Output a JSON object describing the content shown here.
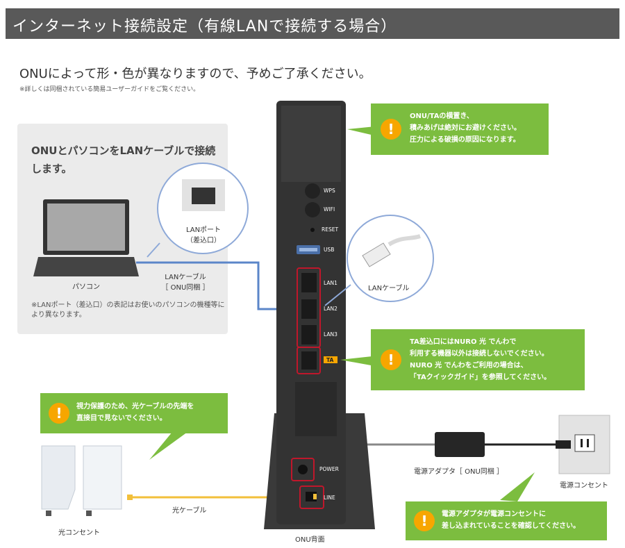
{
  "header": {
    "title": "インターネット接続設定（有線LANで接続する場合）"
  },
  "intro": {
    "subtitle": "ONUによって形・色が異なりますので、予めご了承ください。",
    "note": "※詳しくは同梱されている簡易ユーザーガイドをご覧ください。"
  },
  "connect_panel": {
    "title": "ONUとパソコンをLANケーブルで接続します。",
    "lan_port_label_1": "LANポート",
    "lan_port_label_2": "（差込口）",
    "pc_label": "パソコン",
    "cable_label_1": "LANケーブル",
    "cable_label_2": "［ ONU同梱 ］",
    "note": "※LANポート（差込口）の表記はお使いのパソコンの機種等により異なります。"
  },
  "onu": {
    "ports": {
      "wps": "WPS",
      "wifi": "WIFI",
      "reset": "RESET",
      "usb": "USB",
      "lan1": "LAN1",
      "lan2": "LAN2",
      "lan3": "LAN3",
      "ta": "TA",
      "power": "POWER",
      "line": "LINE"
    },
    "caption": "ONU背面"
  },
  "lan_cable_label": "LANケーブル",
  "warnings": {
    "top": [
      "ONU/TAの横置き、",
      "積みあげは絶対にお避けください。",
      "圧力による破損の原因になります。"
    ],
    "ta": [
      "TA差込口にはNURO 光 でんわで",
      "利用する機器以外は接続しないでください。",
      "NURO 光 でんわをご利用の場合は、",
      "「TAクイックガイド」を参照してください。"
    ],
    "fiber": [
      "視力保護のため、光ケーブルの先端を",
      "直接目で見ないでください。"
    ],
    "power": [
      "電源アダプタが電源コンセントに",
      "差し込まれていることを確認してください。"
    ],
    "icon": "!"
  },
  "fiber": {
    "cable_label": "光ケーブル",
    "outlet_label": "光コンセント"
  },
  "power": {
    "adapter_label": "電源アダプタ［ ONU同梱 ］",
    "outlet_label": "電源コンセント"
  },
  "colors": {
    "green": "#7cbd3f",
    "warning": "#f7a600",
    "red_frame": "#c0172b",
    "lan_blue": "#5b86c9",
    "fiber_yellow": "#f2bf3a"
  }
}
